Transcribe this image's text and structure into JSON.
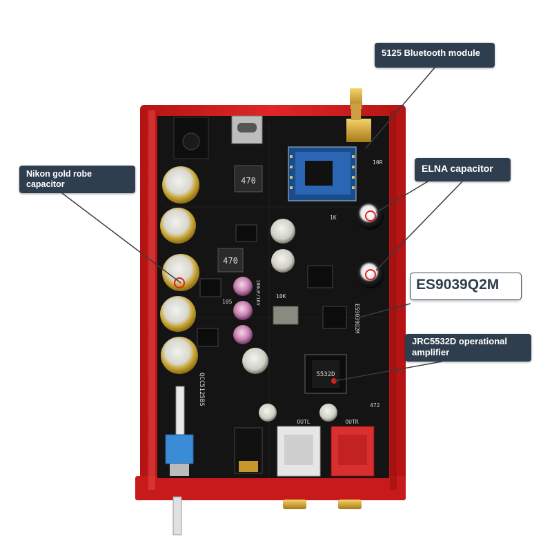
{
  "callouts": {
    "bluetooth": "5125 Bluetooth module",
    "nikon": "Nikon gold robe capacitor",
    "elna": "ELNA capacitor",
    "dac": "ES9039Q2M",
    "opamp": "JRC5532D operational amplifier"
  },
  "board_markings": {
    "inductor_top": "470",
    "inductor_bottom": "470",
    "out_left": "OUTL",
    "out_right": "OUTR",
    "opamp_chip": "5532D",
    "chip_side": "ES9039Q2M",
    "silk_left": "QCC5125BS",
    "r1": "10K",
    "r2": "10R",
    "r3": "1K",
    "r4": "472",
    "cap1": "100uF/16V",
    "cap2": "105"
  },
  "colors": {
    "enclosure": "#d81f1f",
    "pcb": "#141414",
    "gold_cap": "#d8b23c",
    "callout_bg": "#2f3e4e",
    "callout_text": "#ffffff"
  }
}
